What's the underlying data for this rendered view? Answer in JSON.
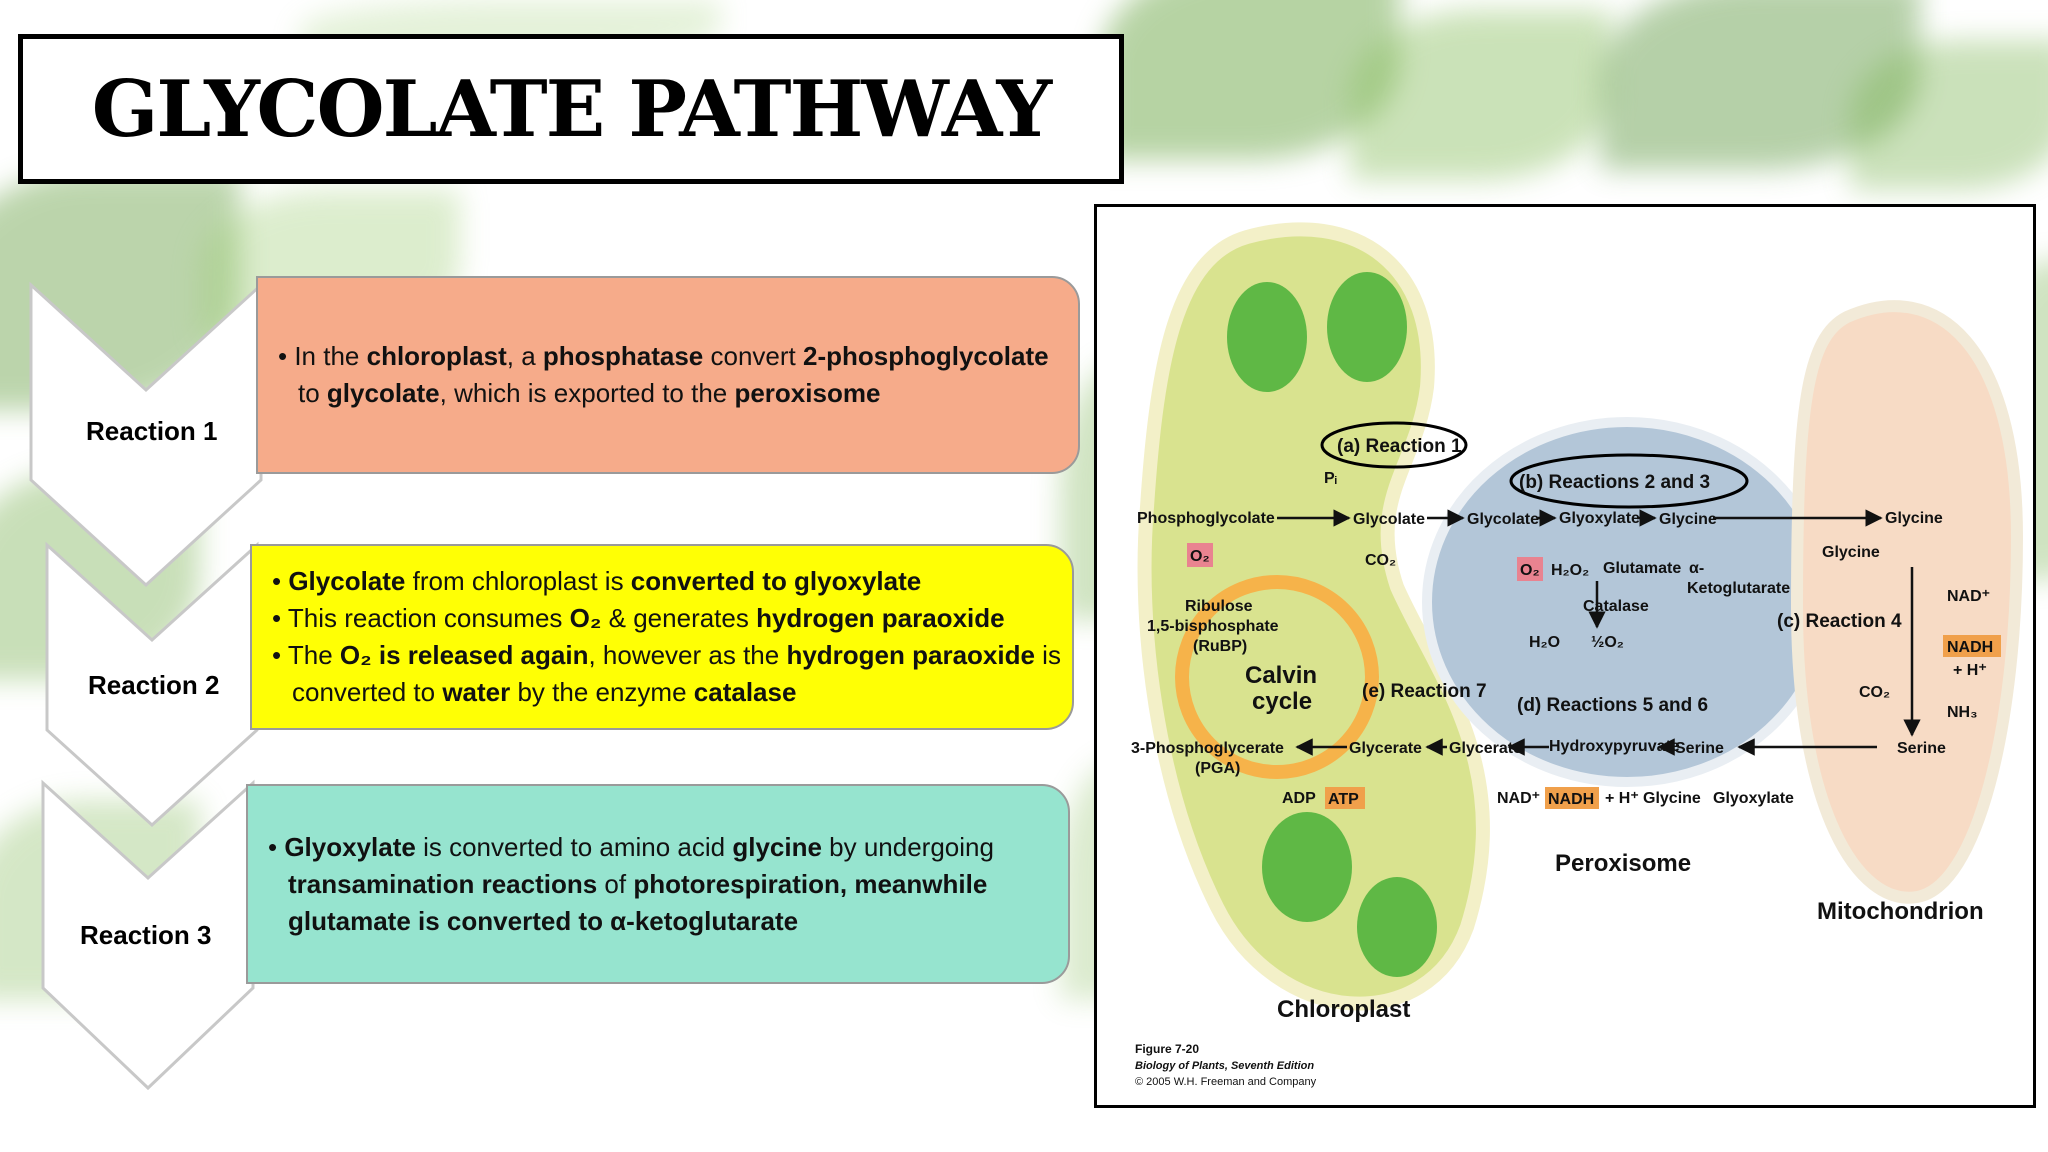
{
  "title": "GLYCOLATE PATHWAY",
  "reactions": [
    {
      "label": "Reaction 1",
      "color": "#f6ab8a",
      "lines": [
        [
          "• In the ",
          {
            "b": "chloroplast"
          },
          ", a ",
          {
            "b": "phosphatase"
          },
          " convert ",
          {
            "b": "2-phosphoglycolate"
          }
        ],
        [
          "to ",
          {
            "b": "glycolate"
          },
          ", which is exported to the ",
          {
            "b": "peroxisome"
          }
        ]
      ]
    },
    {
      "label": "Reaction 2",
      "color": "#ffff05",
      "lines": [
        [
          "•  ",
          {
            "b": "Glycolate"
          },
          " from chloroplast is ",
          {
            "b": "converted to glyoxylate"
          }
        ],
        [
          "• This reaction consumes ",
          {
            "b": "O₂"
          },
          " & generates ",
          {
            "b": "hydrogen paraoxide"
          }
        ],
        [
          "• The ",
          {
            "b": "O₂ is released again"
          },
          ", however as the ",
          {
            "b": "hydrogen paraoxide"
          },
          " is"
        ],
        [
          "converted to ",
          {
            "b": "water"
          },
          " by the  enzyme ",
          {
            "b": "catalase"
          }
        ]
      ]
    },
    {
      "label": "Reaction 3",
      "color": "#96e4cf",
      "lines": [
        [
          "• ",
          {
            "b": "Glyoxylate"
          },
          " is converted to amino acid ",
          {
            "b": "glycine"
          },
          " by undergoing"
        ],
        [
          {
            "b": "transamination reactions"
          },
          " of ",
          {
            "b": "photorespiration, meanwhile"
          }
        ],
        [
          {
            "b": "glutamate is converted to α-ketoglutarate"
          }
        ]
      ]
    }
  ],
  "figure": {
    "organelles": {
      "chloroplast": "Chloroplast",
      "peroxisome": "Peroxisome",
      "mitochondrion": "Mitochondrion"
    },
    "reaction_tags": {
      "a": "(a) Reaction 1",
      "b": "(b) Reactions 2 and 3",
      "c": "(c) Reaction 4",
      "d": "(d) Reactions 5 and 6",
      "e": "(e) Reaction 7"
    },
    "metabolites": {
      "phosphoglycolate": "Phosphoglycolate",
      "pi": "Pᵢ",
      "glycolate": "Glycolate",
      "glyoxylate": "Glyoxylate",
      "glycine": "Glycine",
      "o2": "O₂",
      "co2": "CO₂",
      "h2o2": "H₂O₂",
      "glutamate": "Glutamate",
      "alpha_kg_1": "α-",
      "alpha_kg_2": "Ketoglutarate",
      "catalase": "Catalase",
      "h2o": "H₂O",
      "half_o2": "½O₂",
      "ribulose_1": "Ribulose",
      "ribulose_2": "1,5-bisphosphate",
      "ribulose_3": "(RuBP)",
      "calvin_1": "Calvin",
      "calvin_2": "cycle",
      "pga_1": "3-Phosphoglycerate",
      "pga_2": "(PGA)",
      "glycerate": "Glycerate",
      "adp": "ADP",
      "atp": "ATP",
      "hydroxypyruvate": "Hydroxypyruvate",
      "serine": "Serine",
      "nad": "NAD⁺",
      "nadh": "NADH",
      "h_plus": "+ H⁺",
      "nh3": "NH₃"
    },
    "caption": [
      "Figure 7-20",
      "Biology of Plants, Seventh Edition",
      "© 2005 W.H. Freeman and Company"
    ]
  }
}
